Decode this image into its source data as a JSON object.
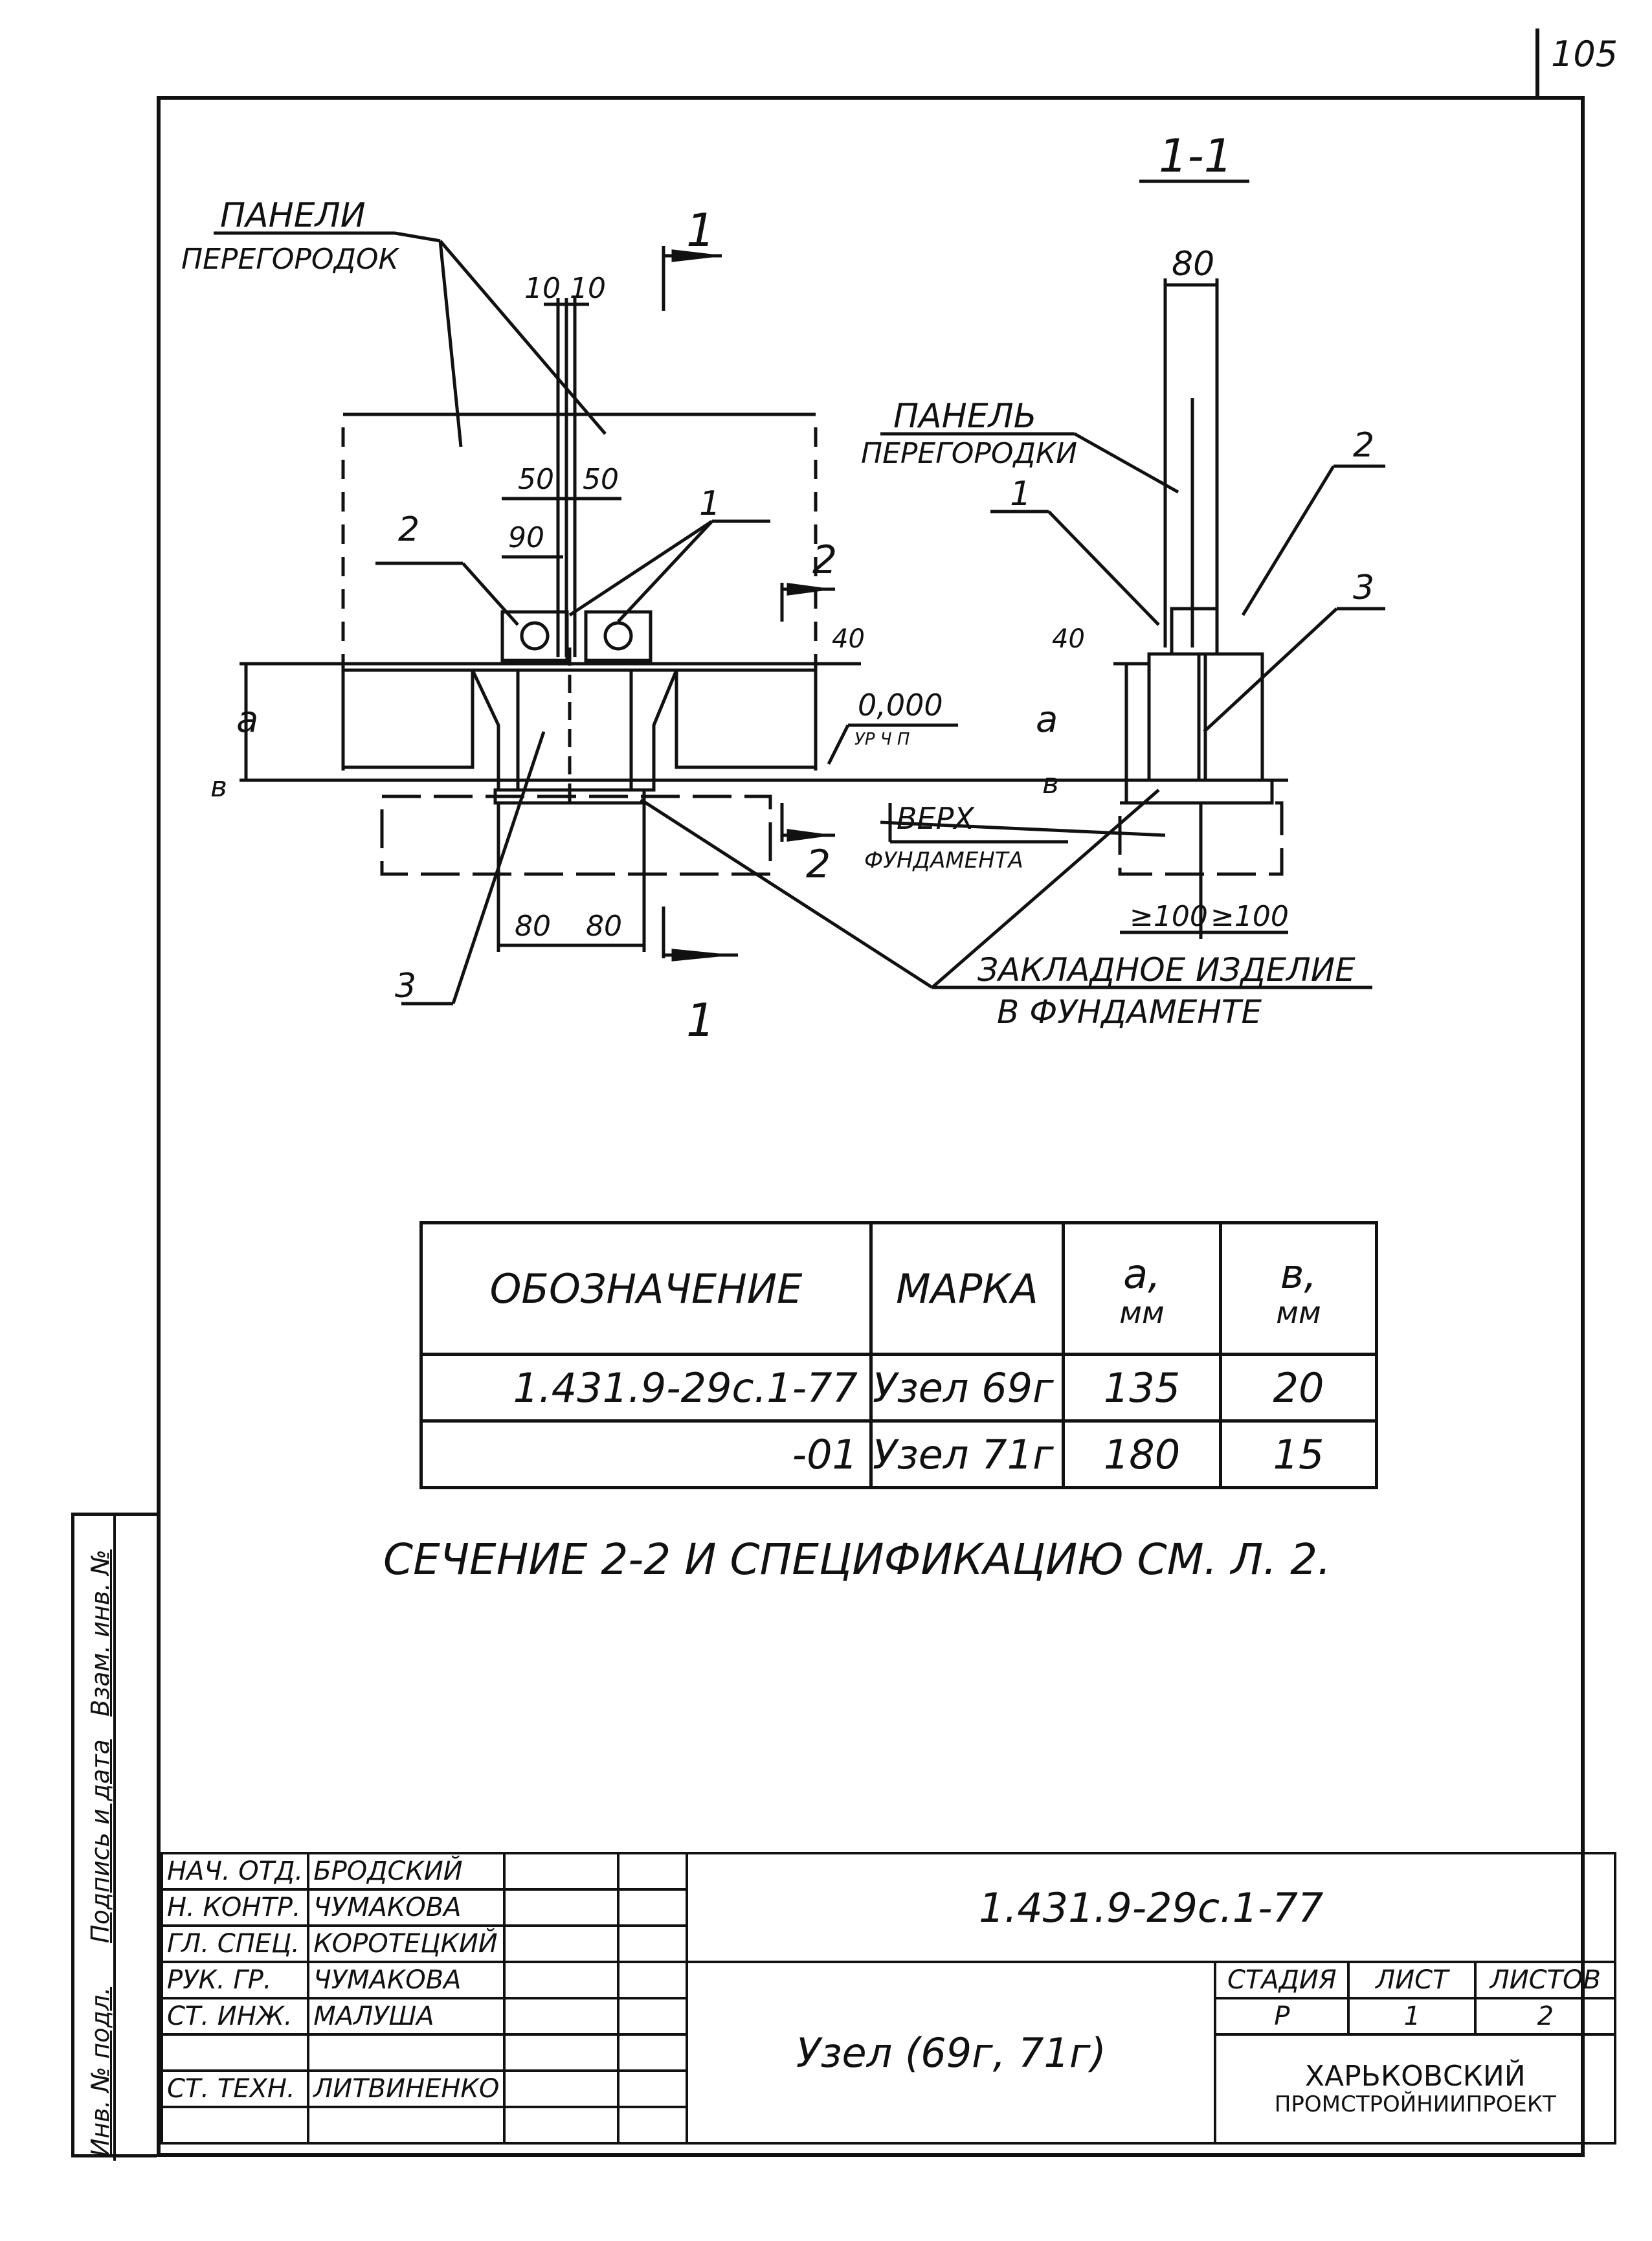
{
  "page_number": "105",
  "section_label": "1-1",
  "labels": {
    "panels_line1": "ПАНЕЛИ",
    "panels_line2": "ПЕРЕГОРОДОК",
    "panel_line1": "ПАНЕЛЬ",
    "panel_line2": "ПЕРЕГОРОДКИ",
    "level_value": "0,000",
    "level_sub": "УР Ч П",
    "top_line1": "ВЕРХ",
    "top_line2": "ФУНДАМЕНТА",
    "embed_line1": "ЗАКЛАДНОЕ ИЗДЕЛИЕ",
    "embed_line2": "В ФУНДАМЕНТЕ"
  },
  "dimensions": {
    "d10a": "10",
    "d10b": "10",
    "d50a": "50",
    "d50b": "50",
    "d90": "90",
    "d40_left": "40",
    "d40_right": "40",
    "d80_top": "80",
    "d80a": "80",
    "d80b": "80",
    "dmin100a": "≥100",
    "dmin100b": "≥100",
    "dim_a_left": "a",
    "dim_a_right": "a",
    "dim_b_left": "в",
    "dim_b_right": "в"
  },
  "callouts": {
    "c1_left": "1",
    "c2_left": "2",
    "c3_left": "3",
    "c1_right": "1",
    "c2_right": "2",
    "c3_right": "3",
    "cut1_top": "1",
    "cut1_bottom": "1",
    "cut2_top": "2",
    "cut2_bottom": "2"
  },
  "spec_table": {
    "headers": {
      "designation": "ОБОЗНАЧЕНИЕ",
      "mark": "МАРКА",
      "a": "a,",
      "a_unit": "мм",
      "b": "в,",
      "b_unit": "мм"
    },
    "rows": [
      {
        "designation": "1.431.9-29с.1-77",
        "mark": "Узел 69г",
        "a": "135",
        "b": "20"
      },
      {
        "designation": "-01",
        "mark": "Узел 71г",
        "a": "180",
        "b": "15"
      }
    ]
  },
  "note": "СЕЧЕНИЕ 2-2 И СПЕЦИФИКАЦИЮ СМ. Л. 2.",
  "title_block": {
    "document_code": "1.431.9-29с.1-77",
    "title": "Узел (69г, 71г)",
    "stage_label": "СТАДИЯ",
    "sheet_label": "ЛИСТ",
    "sheets_label": "ЛИСТОВ",
    "stage": "Р",
    "sheet": "1",
    "sheets": "2",
    "organization_line1": "ХАРЬКОВСКИЙ",
    "organization_line2": "ПРОМСТРОЙНИИПРОЕКТ",
    "staff": [
      {
        "role": "НАЧ. ОТД.",
        "name": "БРОДСКИЙ"
      },
      {
        "role": "Н. КОНТР.",
        "name": "ЧУМАКОВА"
      },
      {
        "role": "ГЛ. СПЕЦ.",
        "name": "КОРОТЕЦКИЙ"
      },
      {
        "role": "РУК. ГР.",
        "name": "ЧУМАКОВА"
      },
      {
        "role": "СТ. ИНЖ.",
        "name": "МАЛУША"
      },
      {
        "role": "",
        "name": ""
      },
      {
        "role": "СТ. ТЕХН.",
        "name": "ЛИТВИНЕНКО"
      }
    ]
  },
  "side_strip": {
    "inv_orig": "Инв. № подл.",
    "sign_date": "Подпись и дата",
    "replaces": "Взам. инв. №"
  }
}
